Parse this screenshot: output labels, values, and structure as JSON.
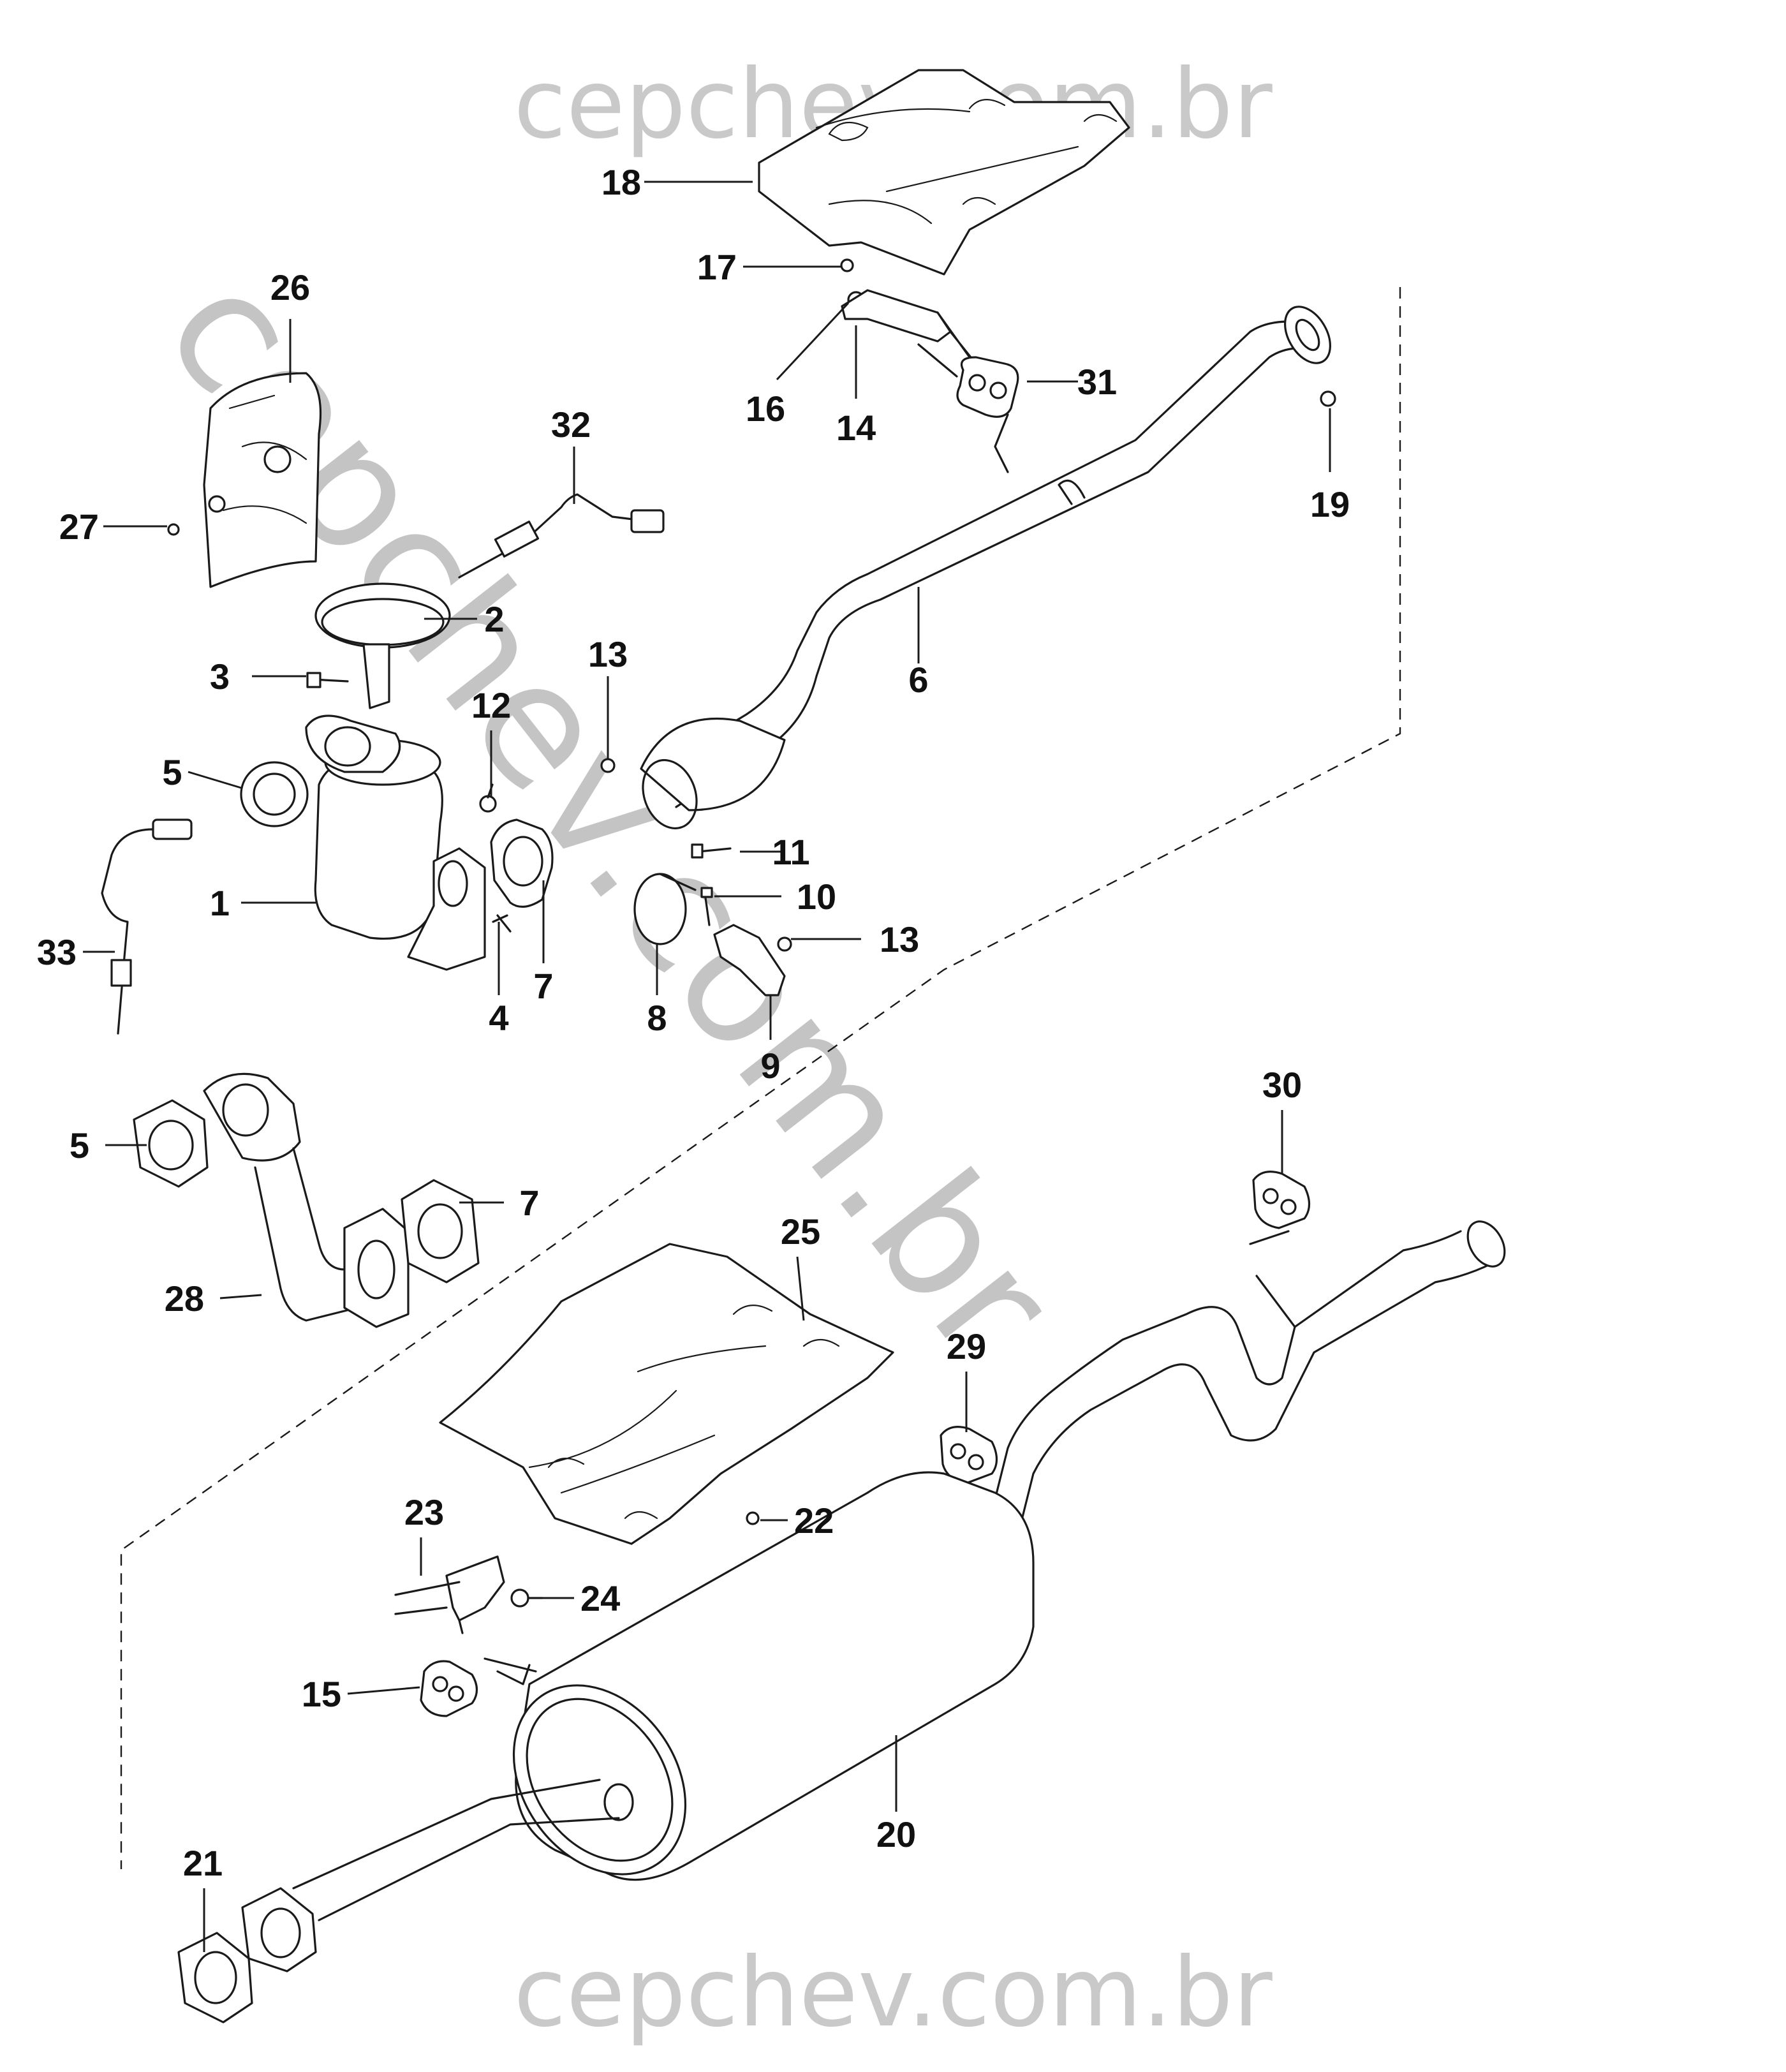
{
  "watermark": {
    "top": "cepchev.com.br",
    "bottom": "cepchev.com.br",
    "diagonal": "cepchev.com.br",
    "color": "#c8c8c8"
  },
  "callouts": {
    "c1": "1",
    "c2": "2",
    "c3": "3",
    "c4": "4",
    "c5a": "5",
    "c5b": "5",
    "c6": "6",
    "c7a": "7",
    "c7b": "7",
    "c8": "8",
    "c9": "9",
    "c10": "10",
    "c11": "11",
    "c12": "12",
    "c13a": "13",
    "c13b": "13",
    "c14": "14",
    "c15": "15",
    "c16": "16",
    "c17": "17",
    "c18": "18",
    "c19": "19",
    "c20": "20",
    "c21": "21",
    "c22": "22",
    "c23": "23",
    "c24": "24",
    "c25": "25",
    "c26": "26",
    "c27": "27",
    "c28": "28",
    "c29": "29",
    "c30": "30",
    "c31": "31",
    "c32": "32",
    "c33": "33"
  }
}
